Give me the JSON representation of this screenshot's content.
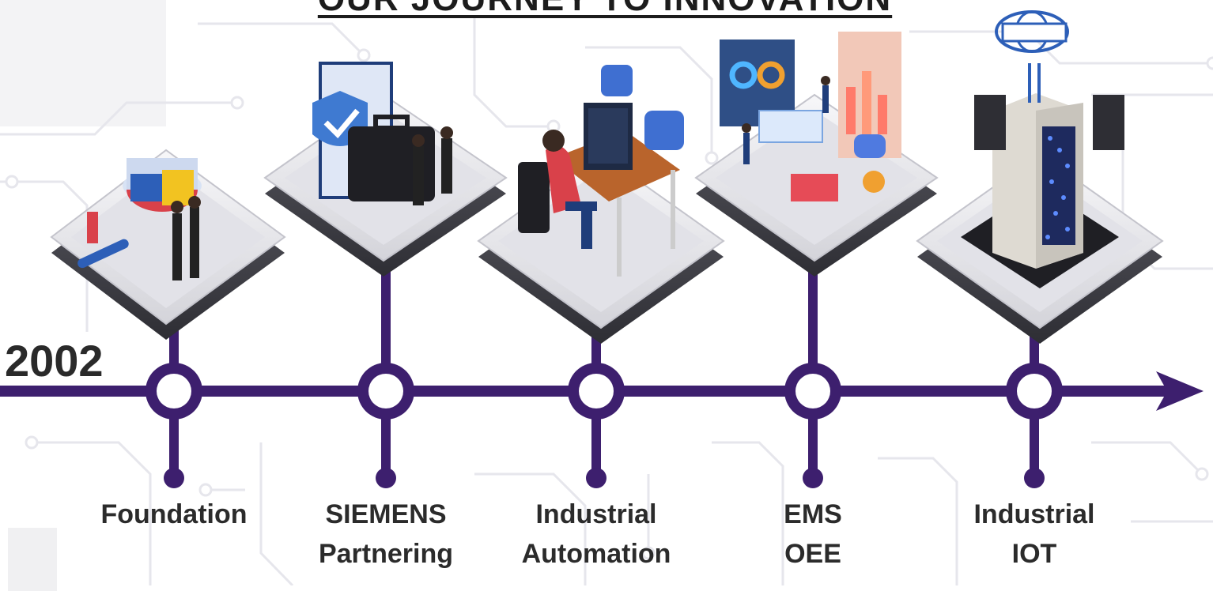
{
  "title": "OUR JOURNEY TO INNOVATION",
  "start_year": "2002",
  "colors": {
    "timeline": "#3d1f6e",
    "platform_top": "#e9e9ee",
    "platform_side": "#4a4a52",
    "circuit": "#e4e4ea"
  },
  "milestones": [
    {
      "line1": "Foundation",
      "line2": "",
      "icon": "data-analysis-icon"
    },
    {
      "line1": "SIEMENS",
      "line2": "Partnering",
      "icon": "handshake-briefcase-icon"
    },
    {
      "line1": "Industrial",
      "line2": "Automation",
      "icon": "programmer-desk-icon"
    },
    {
      "line1": "EMS",
      "line2": "OEE",
      "icon": "dashboard-analytics-icon"
    },
    {
      "line1": "Industrial",
      "line2": "IOT",
      "icon": "iot-server-icon"
    }
  ]
}
